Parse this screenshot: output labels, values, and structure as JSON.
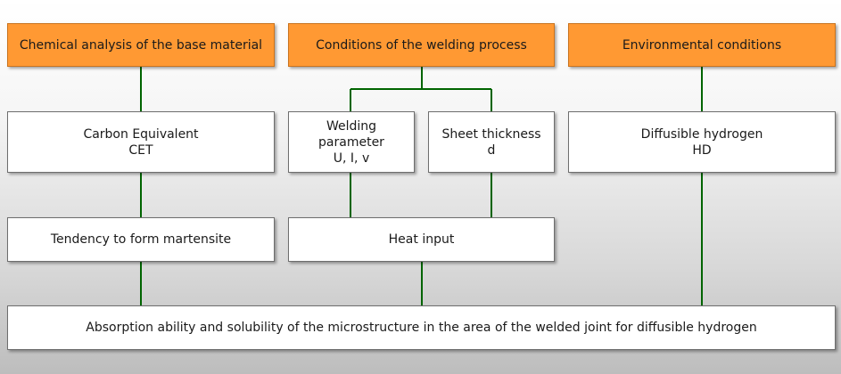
{
  "colors": {
    "header_fill": "#ff9933",
    "connector": "#006400",
    "box_fill": "#ffffff"
  },
  "headers": {
    "chemical": "Chemical analysis of the base material",
    "welding_process": "Conditions of the welding process",
    "environmental": "Environmental conditions"
  },
  "nodes": {
    "carbon_equivalent": {
      "line1": "Carbon Equivalent",
      "line2": "CET"
    },
    "welding_parameter": {
      "line1": "Welding",
      "line2": "parameter",
      "line3": "U, I, v"
    },
    "sheet_thickness": {
      "line1": "Sheet thickness",
      "line2": "d"
    },
    "diffusible_hydrogen": {
      "line1": "Diffusible hydrogen",
      "line2": "HD"
    },
    "martensite": {
      "line1": "Tendency to form martensite"
    },
    "heat_input": {
      "line1": "Heat input"
    },
    "absorption": {
      "line1": "Absorption ability and solubility of the microstructure in the area of the welded joint for diffusible hydrogen"
    }
  }
}
